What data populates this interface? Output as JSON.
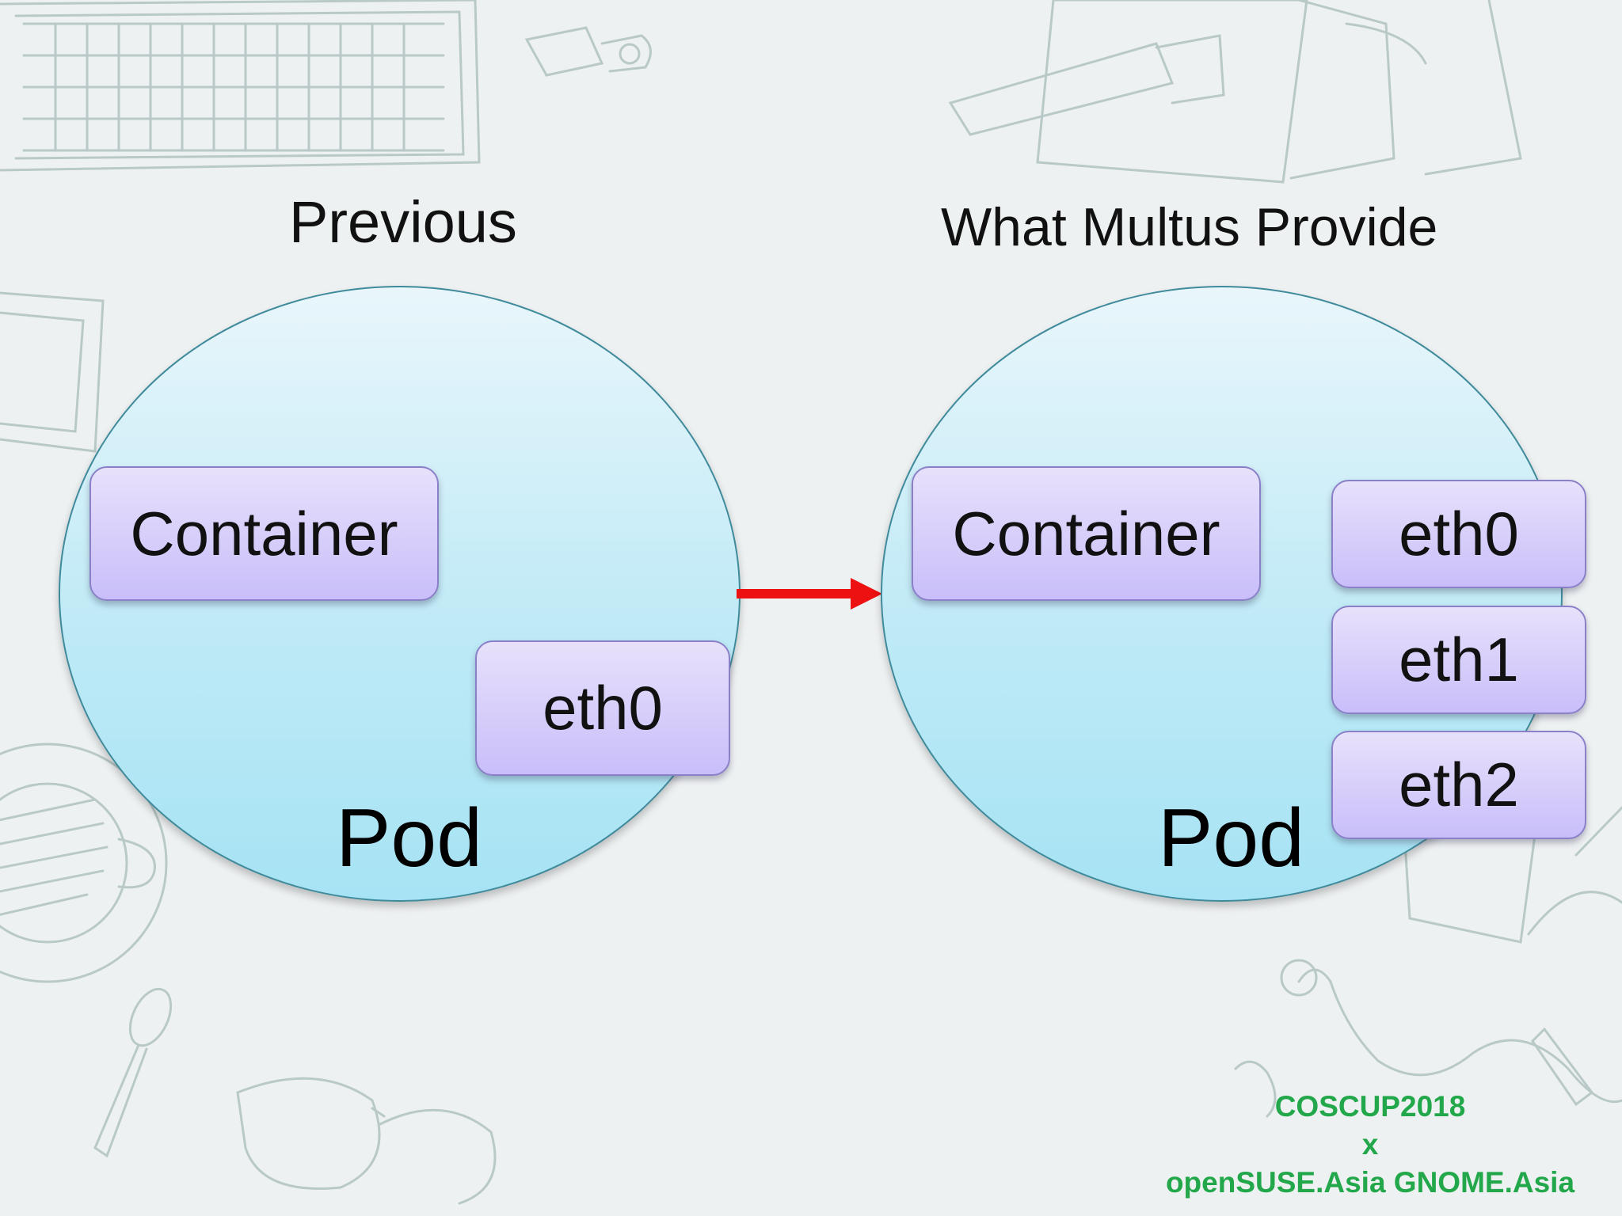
{
  "titles": {
    "left": "Previous",
    "right": "What Multus Provide"
  },
  "left_pod": {
    "container_label": "Container",
    "interface_label": "eth0",
    "pod_label": "Pod"
  },
  "right_pod": {
    "container_label": "Container",
    "interfaces": [
      "eth0",
      "eth1",
      "eth2"
    ],
    "pod_label": "Pod"
  },
  "arrow": {
    "color": "#ee1111"
  },
  "footer": {
    "line1": "COSCUP2018",
    "line2": "x",
    "line3": "openSUSE.Asia GNOME.Asia"
  },
  "colors": {
    "pod_fill": "#bfeaf6",
    "box_fill": "#cfc4fa",
    "footer_text": "#22a84a",
    "background": "#eef1f2"
  }
}
